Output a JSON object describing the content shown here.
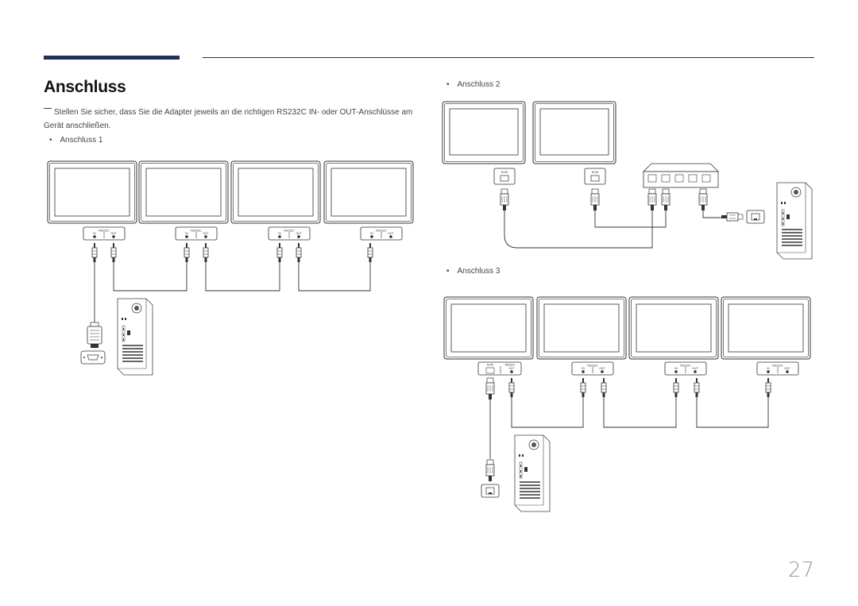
{
  "page": {
    "title": "Anschluss",
    "note": "Stellen Sie sicher, dass Sie die Adapter jeweils an die richtigen RS232C IN- oder OUT-Anschlüsse am Gerät anschließen.",
    "page_number": "27"
  },
  "sections": {
    "conn1": {
      "label": "Anschluss 1"
    },
    "conn2": {
      "label": "Anschluss 2"
    },
    "conn3": {
      "label": "Anschluss 3"
    }
  },
  "ports": {
    "rs232c": "RS232C",
    "in": "IN",
    "out": "OUT",
    "rj45": "RJ45"
  },
  "bullet_symbol": "•"
}
